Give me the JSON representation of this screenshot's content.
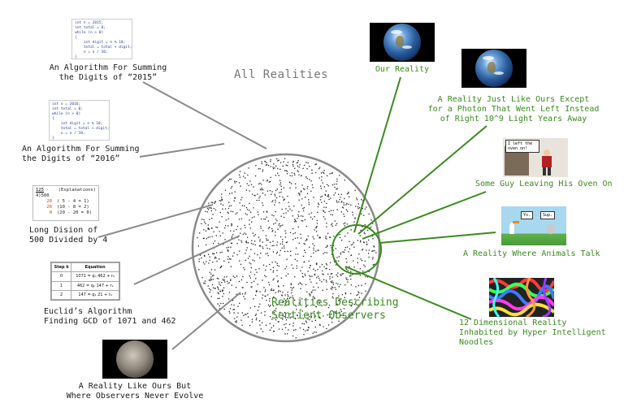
{
  "title": "All Realities",
  "highlight_circle_label": "Realities Describing\nSentient Observers",
  "left_items": [
    {
      "label": "An Algorithm For Summing\nthe Digits of “2015”",
      "code": [
        "int n = 2015;",
        "int total = 0;",
        "while (n > 0)",
        "{",
        "    int digit = n % 10;",
        "    total = total + digit;",
        "    n = n / 10;",
        "}"
      ]
    },
    {
      "label": "An Algorithm For Summing\nthe Digits of “2016”",
      "code": [
        "int n = 2016;",
        "int total = 0;",
        "while (n > 0)",
        "{",
        "    int digit = n % 10;",
        "    total = total + digit;",
        "    n = n / 10;",
        "}"
      ]
    },
    {
      "label": "Long Dision of\n500 Divided by 4",
      "division": {
        "quotient": "125",
        "divisor_dividend": "4)500",
        "heading": "(Explanations)",
        "rows": [
          [
            "20",
            "( 5 -  4 = 1)"
          ],
          [
            "20",
            "(10 -  8 = 2)"
          ],
          [
            "0",
            "(20 - 20 = 0)"
          ]
        ]
      }
    },
    {
      "label": "Euclid’s Algorithm\nFinding GCD of 1071 and 462",
      "table": {
        "headers": [
          "Step k",
          "Equation"
        ],
        "rows": [
          [
            "0",
            "1071 = q₀ 462 + r₀"
          ],
          [
            "1",
            "462 = q₁ 147 + r₁"
          ],
          [
            "2",
            "147 = q₂ 21 + r₂"
          ]
        ]
      }
    },
    {
      "label": "A Reality Like Ours But\nWhere Observers Never Evolve"
    }
  ],
  "right_items": [
    {
      "label": "Our Reality"
    },
    {
      "label": "A Reality Just Like Ours Except\nfor a Photon That Went Left Instead\nof Right 10^9 Light Years Away"
    },
    {
      "label": "Some Guy Leaving His Oven On",
      "speech": "I left the\noven on!"
    },
    {
      "label": "A Reality Where Animals Talk",
      "speech_a": "Yo.",
      "speech_b": "Sup."
    },
    {
      "label": "12 Dimensional Reality\nInhabited by Hyper Intelligent\nNoodles"
    }
  ],
  "colors": {
    "outer_circle": "#8a8a8a",
    "accent_green": "#3a8a1e",
    "leader_gray": "#8a8a8a",
    "dots": "#222222"
  }
}
